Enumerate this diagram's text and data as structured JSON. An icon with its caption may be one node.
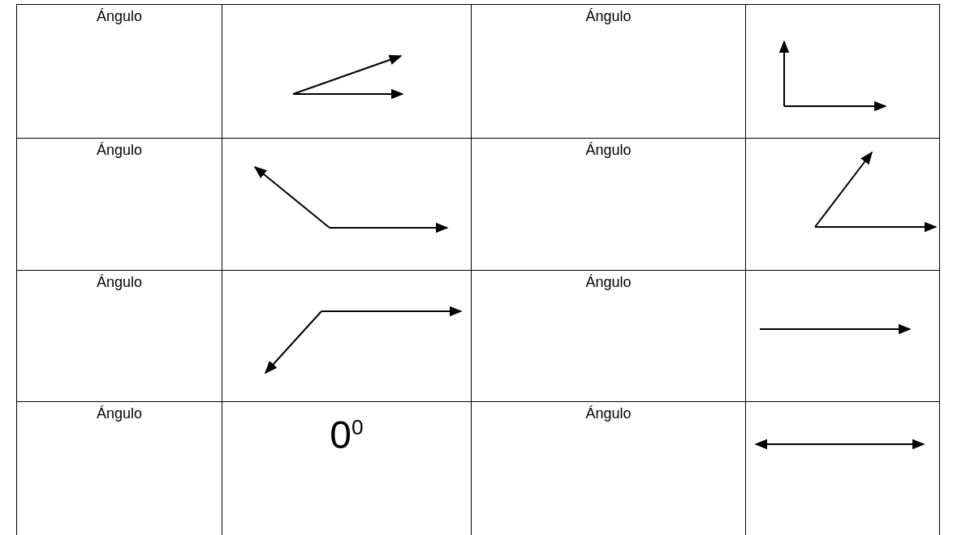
{
  "diagram": {
    "labels": [
      "Ángulo",
      "Ángulo",
      "Ángulo",
      "Ángulo",
      "Ángulo",
      "Ángulo",
      "Ángulo",
      "0$^{0}$",
      "Ángulo"
    ]
  }
}
